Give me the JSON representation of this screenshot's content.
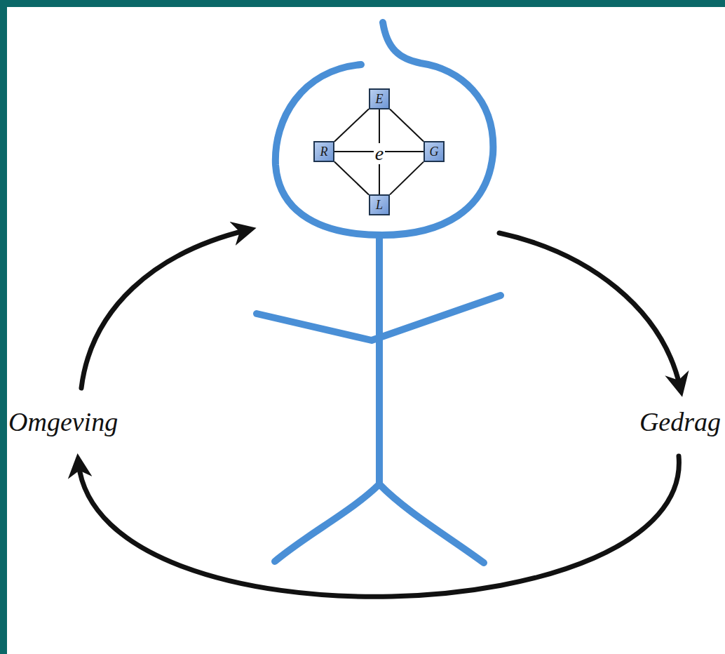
{
  "diagram": {
    "nodes": [
      {
        "text": [
          "E"
        ]
      },
      {
        "text": [
          "R"
        ]
      },
      {
        "text": [
          "G"
        ]
      },
      {
        "text": [
          "L"
        ]
      }
    ],
    "edges": [
      {
        "from": 0,
        "to": 1,
        "arrow": "none"
      },
      {
        "from": 0,
        "to": 2,
        "arrow": "none"
      },
      {
        "from": 1,
        "to": 3,
        "arrow": "none"
      },
      {
        "from": 2,
        "to": 3,
        "arrow": "none"
      },
      {
        "from": 0,
        "to": 3,
        "arrow": "none"
      },
      {
        "from": 1,
        "to": 2,
        "arrow": "none"
      }
    ],
    "labels": [
      "e",
      "Omgeving",
      "Gedrag"
    ]
  }
}
